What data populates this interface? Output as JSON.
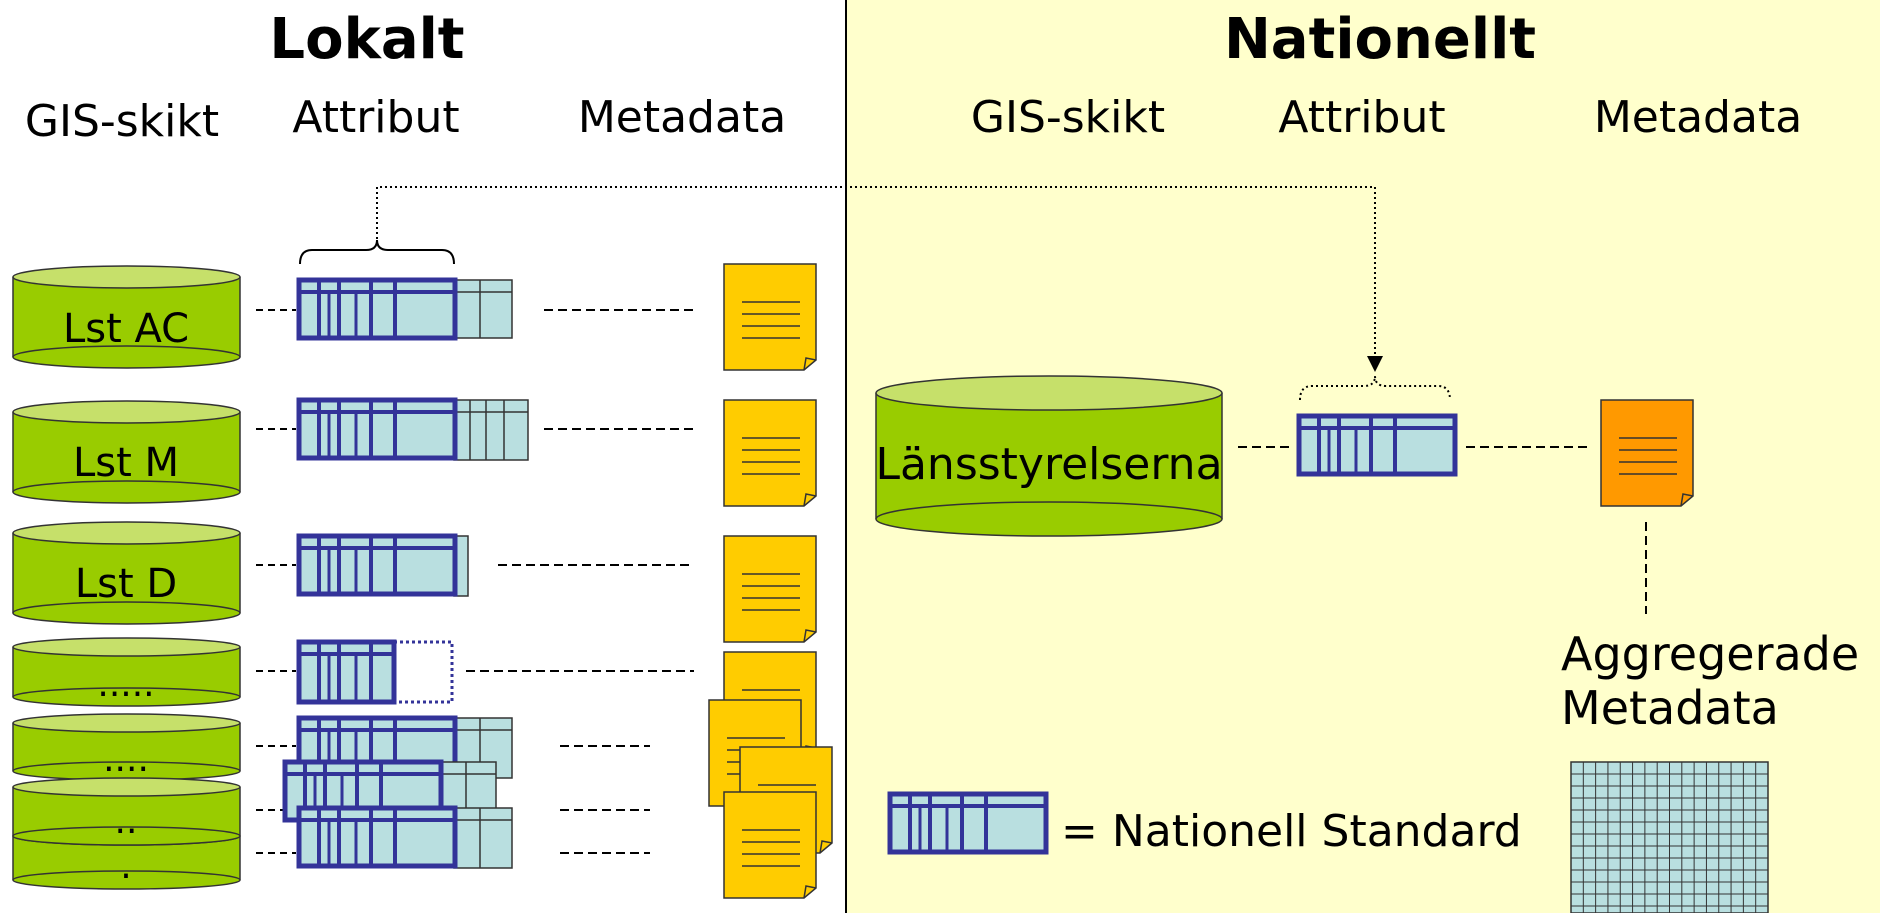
{
  "local": {
    "title": "Lokalt",
    "headers": {
      "gis": "GIS-skikt",
      "attr": "Attribut",
      "meta": "Metadata"
    },
    "layers": [
      "Lst AC",
      "Lst M",
      "Lst D",
      ".....",
      "....",
      "..",
      "."
    ]
  },
  "national": {
    "title": "Nationellt",
    "headers": {
      "gis": "GIS-skikt",
      "attr": "Attribut",
      "meta": "Metadata"
    },
    "database": "Länsstyrelserna",
    "aggregated_line1": "Aggregerade",
    "aggregated_line2": "Metadata",
    "legend": "= Nationell Standard"
  },
  "colors": {
    "national_bg": "#ffffcc",
    "cylinder_body": "#99cc00",
    "cylinder_top": "#c6e06a",
    "table_fill": "#b9dfe0",
    "table_border": "#333399",
    "doc_yellow": "#ffcc00",
    "doc_orange": "#ff9900"
  }
}
